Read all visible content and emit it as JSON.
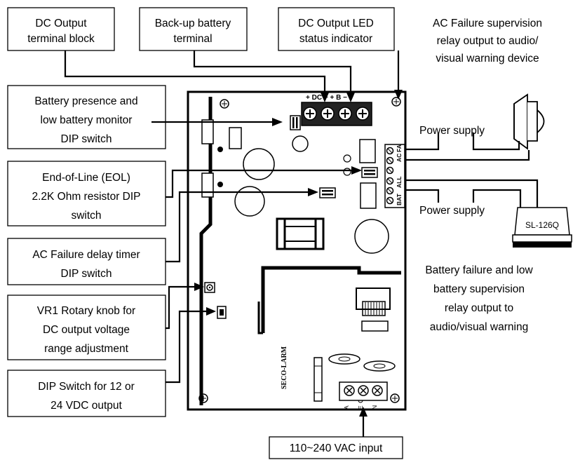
{
  "callouts": {
    "dc_output_terminal": [
      "DC Output",
      "terminal block"
    ],
    "backup_battery": [
      "Back-up battery",
      "terminal"
    ],
    "dc_led": [
      "DC Output LED",
      "status indicator"
    ],
    "ac_failure_relay": [
      "AC Failure supervision",
      "relay output to audio/",
      "visual warning device"
    ],
    "battery_monitor": [
      "Battery presence and",
      "low battery monitor",
      "DIP switch"
    ],
    "eol": [
      "End-of-Line (EOL)",
      "2.2K Ohm resistor DIP",
      "switch"
    ],
    "ac_delay": [
      "AC Failure delay timer",
      "DIP switch"
    ],
    "vr1": [
      "VR1 Rotary knob for",
      "DC output voltage",
      "range adjustment"
    ],
    "dip_12_24": [
      "DIP Switch for 12 or",
      "24 VDC output"
    ],
    "ac_input": [
      "110~240 VAC input"
    ],
    "battery_failure_relay": [
      "Battery failure and low",
      "battery supervision",
      "relay output to",
      "audio/visual warning"
    ],
    "power_supply_top": "Power supply",
    "power_supply_bottom": "Power supply",
    "siren_model": "SL-126Q"
  },
  "board": {
    "brand": "SECO-LARM",
    "top_terminal_marks": "+  DC  −  +  B  −",
    "relay_labels": [
      "AC",
      "FA",
      "BAT",
      "ALL"
    ],
    "ac_terminal_labels": [
      "A",
      "E",
      "N"
    ]
  }
}
